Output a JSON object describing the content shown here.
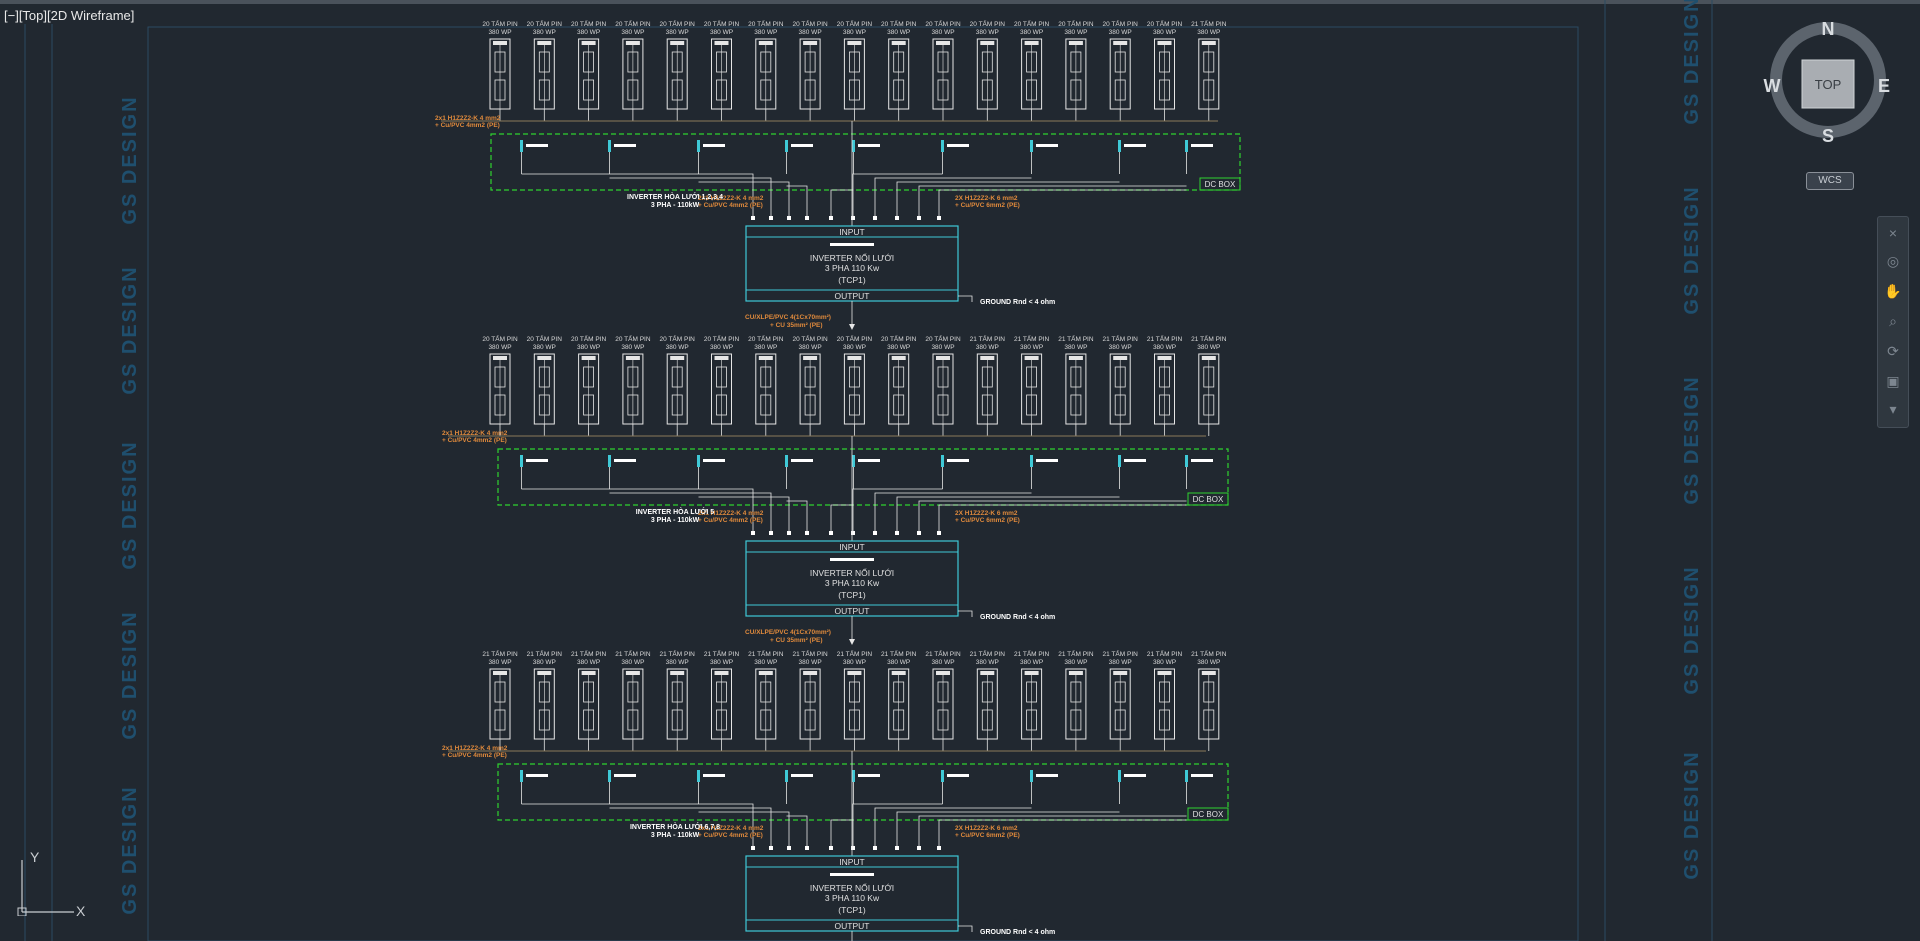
{
  "viewport": {
    "label": "[−][Top][2D Wireframe]"
  },
  "watermark": "GS DESIGN",
  "panel": {
    "pv_text_1": "20 TẤM PIN",
    "pv_text_2": "21 TẤM PIN",
    "pv_sub": "380 WP"
  },
  "sections": [
    {
      "dc_box": "DC BOX",
      "inverter_caption_1": "INVERTER HÒA LƯỚI 1,2,3,4",
      "inverter_caption_2": "3 PHA - 110kW",
      "input": "INPUT",
      "line1": "INVERTER NỐI LƯỚI",
      "line2": "3 PHA 110 Kw",
      "line3": "(TCP1)",
      "output": "OUTPUT",
      "ground": "GROUND Rnd < 4 ohm",
      "cable_1": "CU/XLPE/PVC 4(1Cx70mm²)",
      "cable_2": "+ CU 35mm² (PE)",
      "dc_left_1": "2x1 H1Z2Z2-K 4 mm2",
      "dc_left_2": "+ Cu/PVC 4mm2 (PE)",
      "dc_right_1": "2X H1Z2Z2-K 6 mm2",
      "dc_right_2": "+ Cu/PVC 6mm2 (PE)"
    },
    {
      "dc_box": "DC BOX",
      "inverter_caption_1": "INVERTER HÒA LƯỚI 5",
      "inverter_caption_2": "3 PHA - 110kW",
      "input": "INPUT",
      "line1": "INVERTER NỐI LƯỚI",
      "line2": "3 PHA 110 Kw",
      "line3": "(TCP1)",
      "output": "OUTPUT",
      "ground": "GROUND Rnd < 4 ohm",
      "cable_1": "CU/XLPE/PVC 4(1Cx70mm²)",
      "cable_2": "+ CU 35mm² (PE)",
      "dc_left_1": "2x1 H1Z2Z2-K 4 mm2",
      "dc_left_2": "+ Cu/PVC 4mm2 (PE)",
      "dc_right_1": "2X H1Z2Z2-K 6 mm2",
      "dc_right_2": "+ Cu/PVC 6mm2 (PE)"
    },
    {
      "dc_box": "DC BOX",
      "inverter_caption_1": "INVERTER HÒA LƯỚI 6,7,8",
      "inverter_caption_2": "3 PHA - 110kW",
      "input": "INPUT",
      "line1": "INVERTER NỐI LƯỚI",
      "line2": "3 PHA 110 Kw",
      "line3": "(TCP1)",
      "output": "OUTPUT",
      "ground": "GROUND Rnd < 4 ohm",
      "cable_1": "",
      "cable_2": "",
      "dc_left_1": "2x1 H1Z2Z2-K 4 mm2",
      "dc_left_2": "+ Cu/PVC 4mm2 (PE)",
      "dc_right_1": "2X H1Z2Z2-K 6 mm2",
      "dc_right_2": "+ Cu/PVC 6mm2 (PE)"
    }
  ],
  "navcube": {
    "north": "N",
    "south": "S",
    "east": "E",
    "west": "W",
    "top": "TOP"
  },
  "wcs": "WCS",
  "ucs": {
    "x": "X",
    "y": "Y"
  },
  "colors": {
    "background": "#212830",
    "cyan": "#3fc9d6",
    "green": "#2fd22f",
    "orange": "#e08a3c",
    "watermark": "#1f4f6e"
  }
}
